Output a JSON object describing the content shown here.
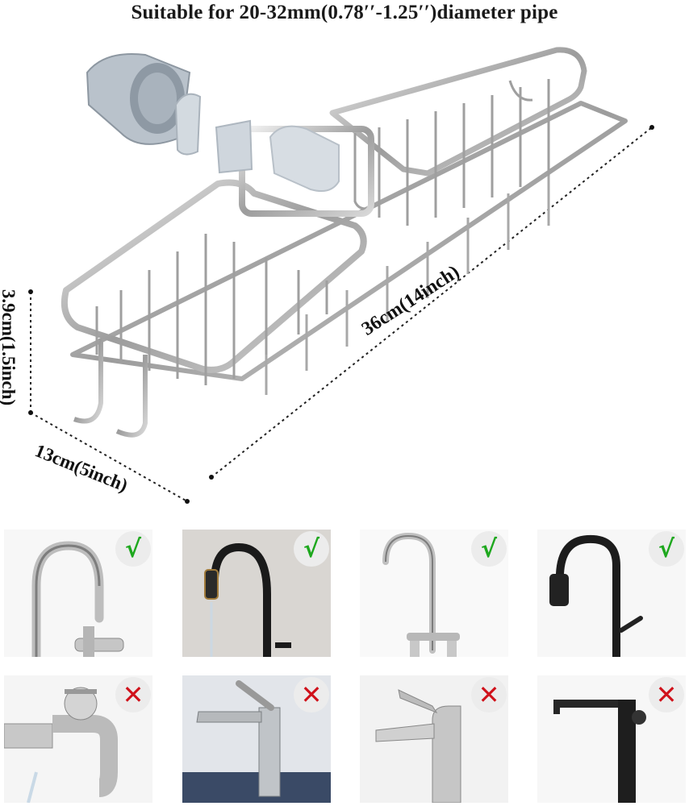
{
  "header": {
    "title": "Suitable for 20-32mm(0.78′′-1.25′′)diameter pipe"
  },
  "dimensions": {
    "height": "3.9cm(1.5inch)",
    "depth": "13cm(5inch)",
    "length": "36cm(14inch)"
  },
  "compatibility": {
    "ok_symbol": "√",
    "no_symbol": "✕",
    "ok_color": "#1ea81e",
    "no_color": "#d0121b",
    "suitable": [
      {
        "icon": "chrome-gooseneck-faucet-icon",
        "symbol": "√"
      },
      {
        "icon": "black-pull-down-faucet-icon",
        "symbol": "√"
      },
      {
        "icon": "chrome-kitchen-faucet-icon",
        "symbol": "√"
      },
      {
        "icon": "black-pull-out-faucet-icon",
        "symbol": "√"
      }
    ],
    "unsuitable": [
      {
        "icon": "chrome-cross-handle-tap-icon",
        "symbol": "✕"
      },
      {
        "icon": "chrome-waterfall-faucet-icon",
        "symbol": "✕"
      },
      {
        "icon": "chrome-basin-mixer-icon",
        "symbol": "✕"
      },
      {
        "icon": "black-vessel-faucet-icon",
        "symbol": "✕"
      }
    ]
  }
}
